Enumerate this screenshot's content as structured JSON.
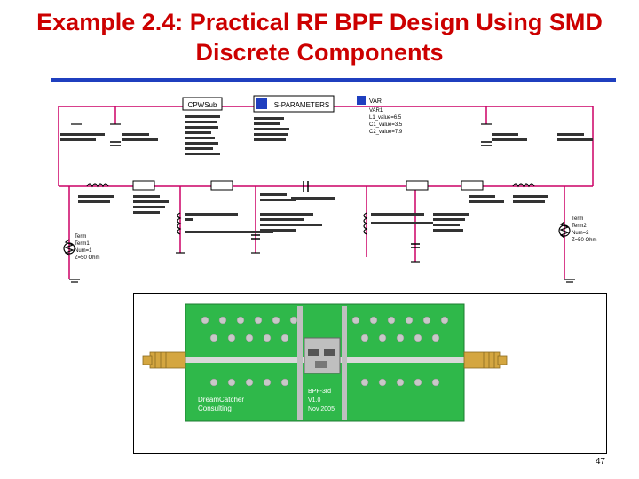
{
  "slide": {
    "title_line1": "Example 2.4: Practical RF BPF Design Using SMD",
    "title_line2": "Discrete Components",
    "page_number": "47"
  },
  "colors": {
    "title": "#cc0000",
    "rule": "#1f3fbf",
    "wire": "#cc0066",
    "pcb": "#2fb84a"
  },
  "schematic": {
    "msub_title": "CPWSub",
    "sparam_title": "S-PARAMETERS",
    "var_title": "VAR",
    "var_lines": [
      "VAR1",
      "L1_value=6.5",
      "C1_value=3.5",
      "C2_value=7.9"
    ],
    "left_port": [
      "Term",
      "Term1",
      "Num=1",
      "Z=50 Ohm"
    ],
    "right_port": [
      "Term",
      "Term2",
      "Num=2",
      "Z=50 Ohm"
    ],
    "pcb_labels": [
      "BPF-3rd",
      "V1.0",
      "Nov 2005"
    ],
    "brand": [
      "DreamCatcher",
      "Consulting"
    ]
  }
}
